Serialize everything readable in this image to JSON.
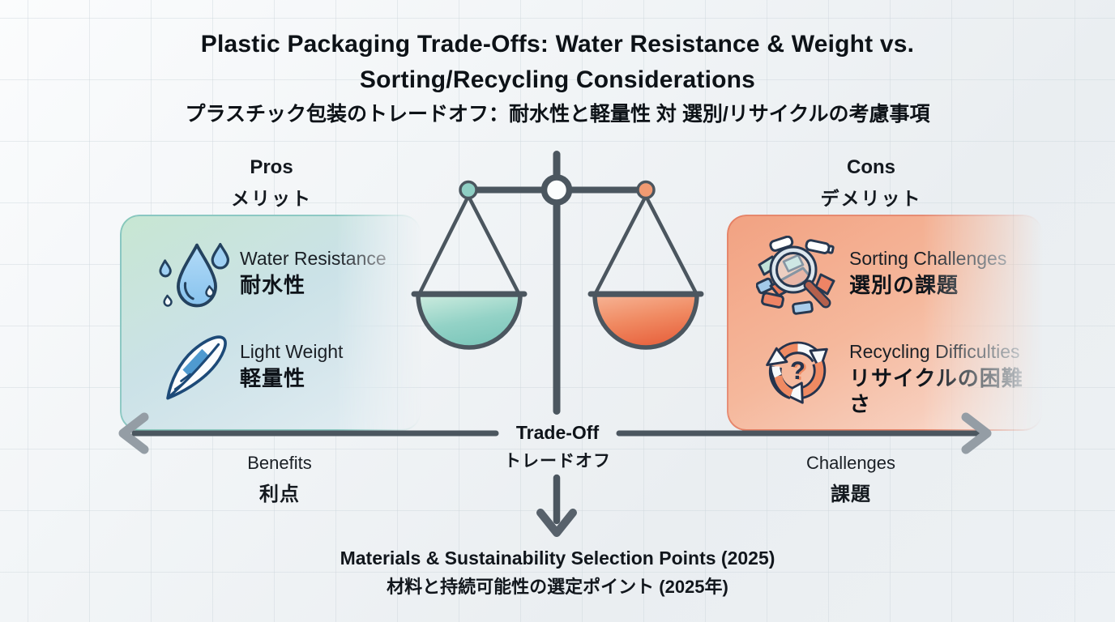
{
  "title": {
    "line1": "Plastic Packaging Trade-Offs: Water Resistance & Weight vs.",
    "line2": "Sorting/Recycling Considerations",
    "subtitle_ja": "プラスチック包装のトレードオフ：耐水性と軽量性 対 選別/リサイクルの考慮事項"
  },
  "pros": {
    "heading_en": "Pros",
    "heading_ja": "メリット",
    "items": [
      {
        "icon": "water-drops-icon",
        "label_en": "Water Resistance",
        "label_ja": "耐水性"
      },
      {
        "icon": "feather-icon",
        "label_en": "Light Weight",
        "label_ja": "軽量性"
      }
    ]
  },
  "cons": {
    "heading_en": "Cons",
    "heading_ja": "デメリット",
    "items": [
      {
        "icon": "sorting-magnifier-icon",
        "label_en": "Sorting Challenges",
        "label_ja": "選別の課題"
      },
      {
        "icon": "recycling-question-icon",
        "label_en": "Recycling Difficulties",
        "label_ja": "リサイクルの困難さ",
        "icon_glyph": "?"
      }
    ]
  },
  "axis": {
    "left_en": "Benefits",
    "left_ja": "利点",
    "center_en": "Trade-Off",
    "center_ja": "トレードオフ",
    "right_en": "Challenges",
    "right_ja": "課題"
  },
  "footer": {
    "line_en": "Materials & Sustainability Selection Points (2025)",
    "line_ja": "材料と持続可能性の選定ポイント (2025年)"
  },
  "colors": {
    "pros_panel": "#c7e6d2",
    "cons_panel": "#f2a282",
    "pros_border": "#6cbab0",
    "cons_border": "#e07459",
    "pan_left_fill": "#8ed0c5",
    "pan_right_fill": "#ee7a52",
    "scale_frame": "#4b565f",
    "arrow_line": "#4b565f",
    "arrow_head": "#949da5",
    "text": "#0d1217"
  }
}
